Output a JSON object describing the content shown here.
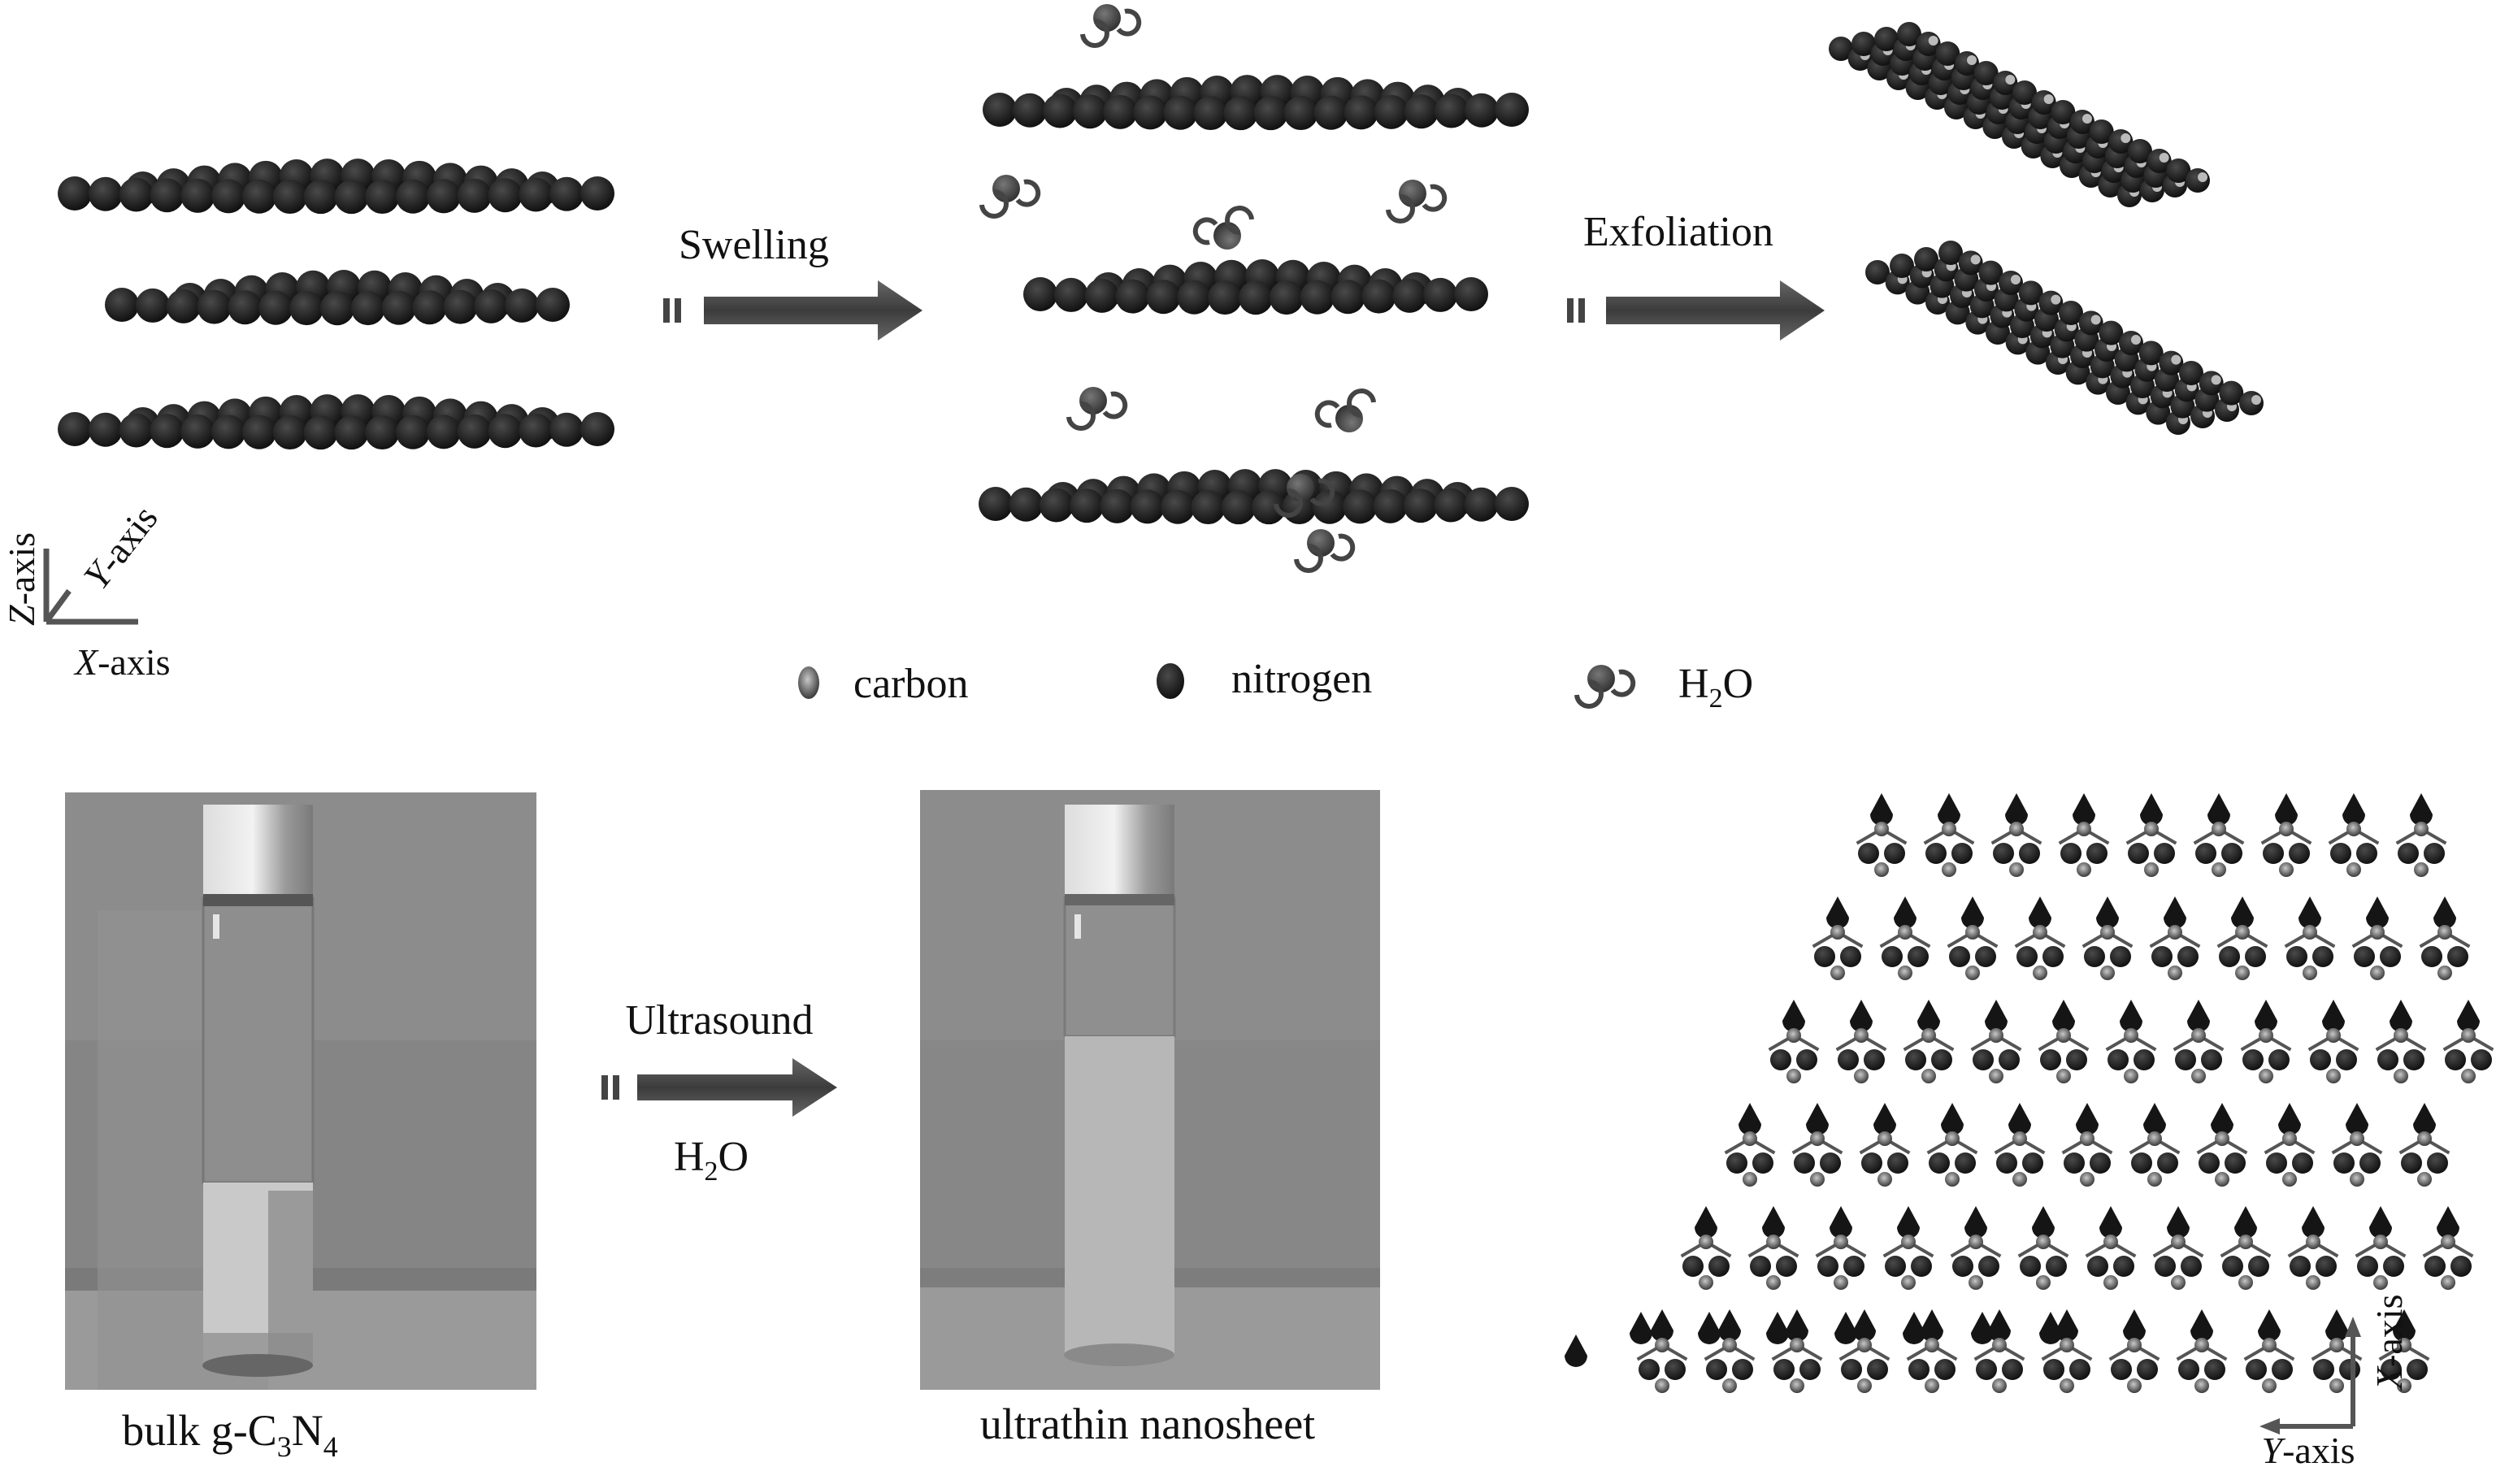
{
  "top_panel": {
    "step1_label": "Swelling",
    "step2_label": "Exfoliation",
    "axes": {
      "z": "Z",
      "y": "Y",
      "x": "X",
      "suffix": "-axis"
    },
    "legend": [
      {
        "key": "carbon",
        "label": "carbon",
        "icon": "carbon-atom-icon"
      },
      {
        "key": "nitrogen",
        "label": "nitrogen",
        "icon": "nitrogen-atom-icon"
      },
      {
        "key": "water",
        "label_main": "H",
        "label_sub": "2",
        "label_tail": "O",
        "icon": "water-molecule-icon"
      }
    ]
  },
  "bottom_panel": {
    "step_label": "Ultrasound",
    "solvent_main": "H",
    "solvent_sub": "2",
    "solvent_tail": "O",
    "photo1_caption_parts": [
      "bulk g-C",
      "3",
      "N",
      "4"
    ],
    "photo2_caption": "ultrathin nanosheet",
    "lattice_axes": {
      "x": "X",
      "y": "Y",
      "suffix": "-axis"
    }
  },
  "colors": {
    "nitrogen": "#1c1c1c",
    "carbon": "#8a8a8a",
    "arrow": "#555555",
    "photo_bg": "#8f8f8f"
  }
}
